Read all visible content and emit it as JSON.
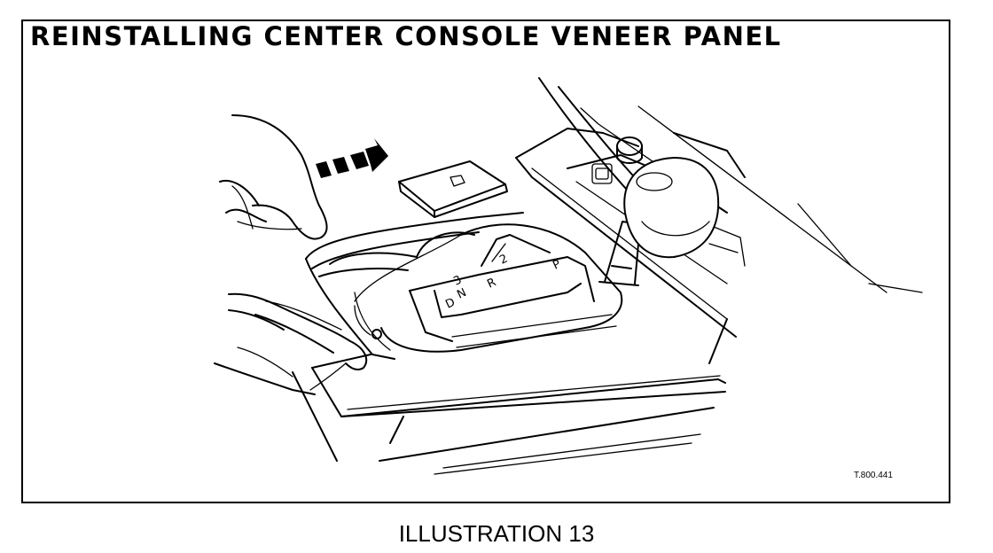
{
  "title": "REINSTALLING CENTER CONSOLE VENEER PANEL",
  "reference_code": "T.800.441",
  "caption": "ILLUSTRATION 13",
  "gear_labels": [
    "P",
    "R",
    "N",
    "D",
    "3",
    "2"
  ]
}
